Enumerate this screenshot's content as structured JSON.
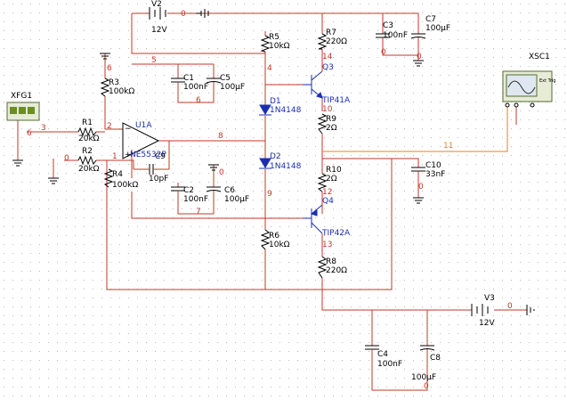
{
  "components": {
    "v2": {
      "ref": "V2",
      "value": "12V"
    },
    "v3": {
      "ref": "V3",
      "value": "12V"
    },
    "r1": {
      "ref": "R1",
      "value": "20kΩ"
    },
    "r2": {
      "ref": "R2",
      "value": "20kΩ"
    },
    "r3": {
      "ref": "R3",
      "value": "100kΩ"
    },
    "r4": {
      "ref": "R4",
      "value": "100kΩ"
    },
    "r5": {
      "ref": "R5",
      "value": "10kΩ"
    },
    "r6": {
      "ref": "R6",
      "value": "10kΩ"
    },
    "r7": {
      "ref": "R7",
      "value": "220Ω"
    },
    "r8": {
      "ref": "R8",
      "value": "220Ω"
    },
    "r9": {
      "ref": "R9",
      "value": "2Ω"
    },
    "r10": {
      "ref": "R10",
      "value": "2Ω"
    },
    "c1": {
      "ref": "C1",
      "value": "100nF"
    },
    "c2": {
      "ref": "C2",
      "value": "100nF"
    },
    "c3": {
      "ref": "C3",
      "value": "100nF"
    },
    "c4": {
      "ref": "C4",
      "value": "100nF"
    },
    "c5": {
      "ref": "C5",
      "value": "100µF"
    },
    "c6": {
      "ref": "C6",
      "value": "100µF"
    },
    "c7": {
      "ref": "C7",
      "value": "100µF"
    },
    "c8": {
      "ref": "C8",
      "value": "100µF"
    },
    "c9": {
      "ref": "C9",
      "value": "10pF"
    },
    "c10": {
      "ref": "C10",
      "value": "33nF"
    },
    "d1": {
      "ref": "D1",
      "value": "1N4148"
    },
    "d2": {
      "ref": "D2",
      "value": "1N4148"
    },
    "q3": {
      "ref": "Q3",
      "value": "TIP41A"
    },
    "q4": {
      "ref": "Q4",
      "value": "TIP42A"
    },
    "u1": {
      "ref": "U1A",
      "value": "NE5532P"
    },
    "xfg": {
      "ref": "XFG1"
    },
    "xsc": {
      "ref": "XSC1",
      "ext_label": "Ext Trig"
    }
  },
  "nets": {
    "n0": "0",
    "n1": "1",
    "n2": "2",
    "n3": "3",
    "n4": "4",
    "n5": "5",
    "n6": "6",
    "n7": "7",
    "n8": "8",
    "n9": "9",
    "n10": "10",
    "n11": "11",
    "n12": "12",
    "n13": "13",
    "n14": "14"
  },
  "colors": {
    "wire": "#c0392b",
    "component": "#000000",
    "semiconductor": "#1a2fb0",
    "probe_wire": "#d98a17",
    "grid_dot": "#b8b8b8"
  }
}
